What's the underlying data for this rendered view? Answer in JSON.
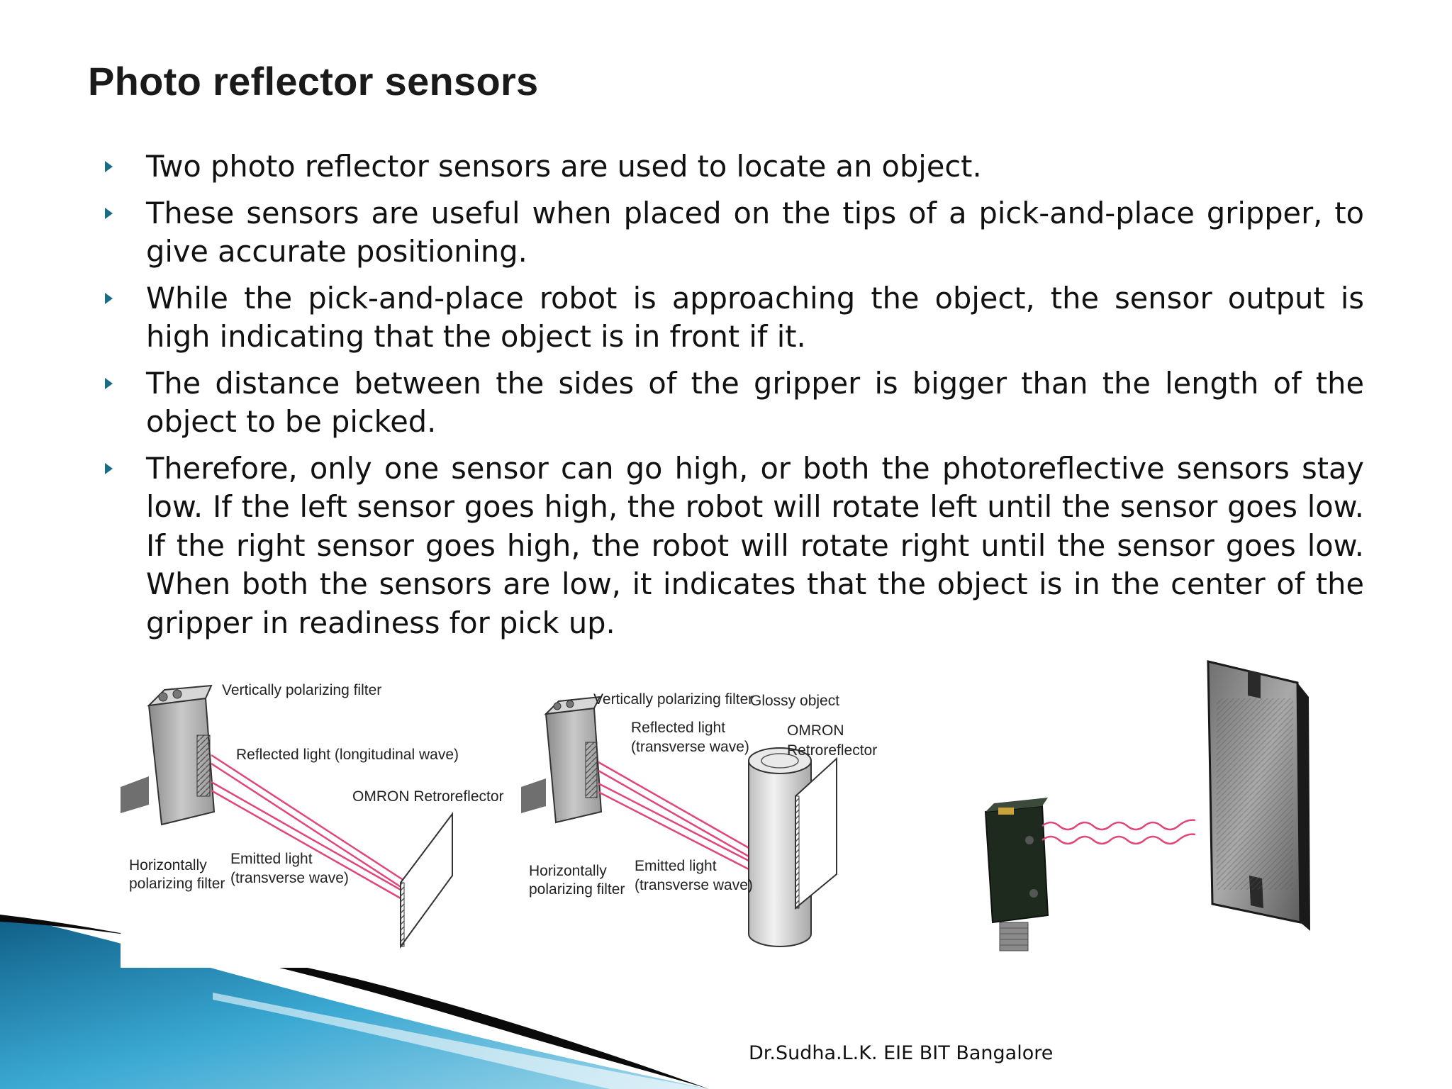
{
  "slide": {
    "title": "Photo reflector sensors",
    "bullets": [
      "Two photo reflector sensors are used to locate an object.",
      "These sensors are useful when placed on the tips of a pick-and-place gripper, to give accurate positioning.",
      "While the pick-and-place robot is approaching the object, the sensor output is high indicating that the object is in front if it.",
      "The distance between the sides of the gripper is bigger than the length of the object to be picked.",
      "Therefore, only one sensor can go high, or both the photoreflective sensors stay low. If the left sensor goes high, the robot will rotate left until the sensor goes low. If the right sensor goes high, the robot will rotate right until the sensor goes low. When both the sensors are low, it indicates that the object is in the center of the gripper in readiness for pick up."
    ],
    "bullet_color": "#1f6b86",
    "footer": "Dr.Sudha.L.K. EIE BIT Bangalore"
  },
  "figure_left": {
    "label_filter_vertical": "Vertically polarizing filter",
    "label_reflected": "Reflected light (longitudinal wave)",
    "label_retroreflector": "OMRON Retroreflector",
    "label_filter_horizontal_1": "Horizontally",
    "label_filter_horizontal_2": "polarizing filter",
    "label_emitted_1": "Emitted light",
    "label_emitted_2": "(transverse wave)"
  },
  "figure_middle": {
    "label_filter_vertical": "Vertically polarizing filter",
    "label_glossy": "Glossy object",
    "label_reflected_1": "Reflected light",
    "label_reflected_2": "(transverse wave)",
    "label_omron_1": "OMRON",
    "label_omron_2": "Retroreflector",
    "label_filter_horizontal_1": "Horizontally",
    "label_filter_horizontal_2": "polarizing filter",
    "label_emitted_1": "Emitted light",
    "label_emitted_2": "(transverse wave)"
  },
  "colors": {
    "beam": "#e0457b",
    "swoosh_dark": "#0a0a0a",
    "swoosh_blue": "#2f9fc8"
  }
}
